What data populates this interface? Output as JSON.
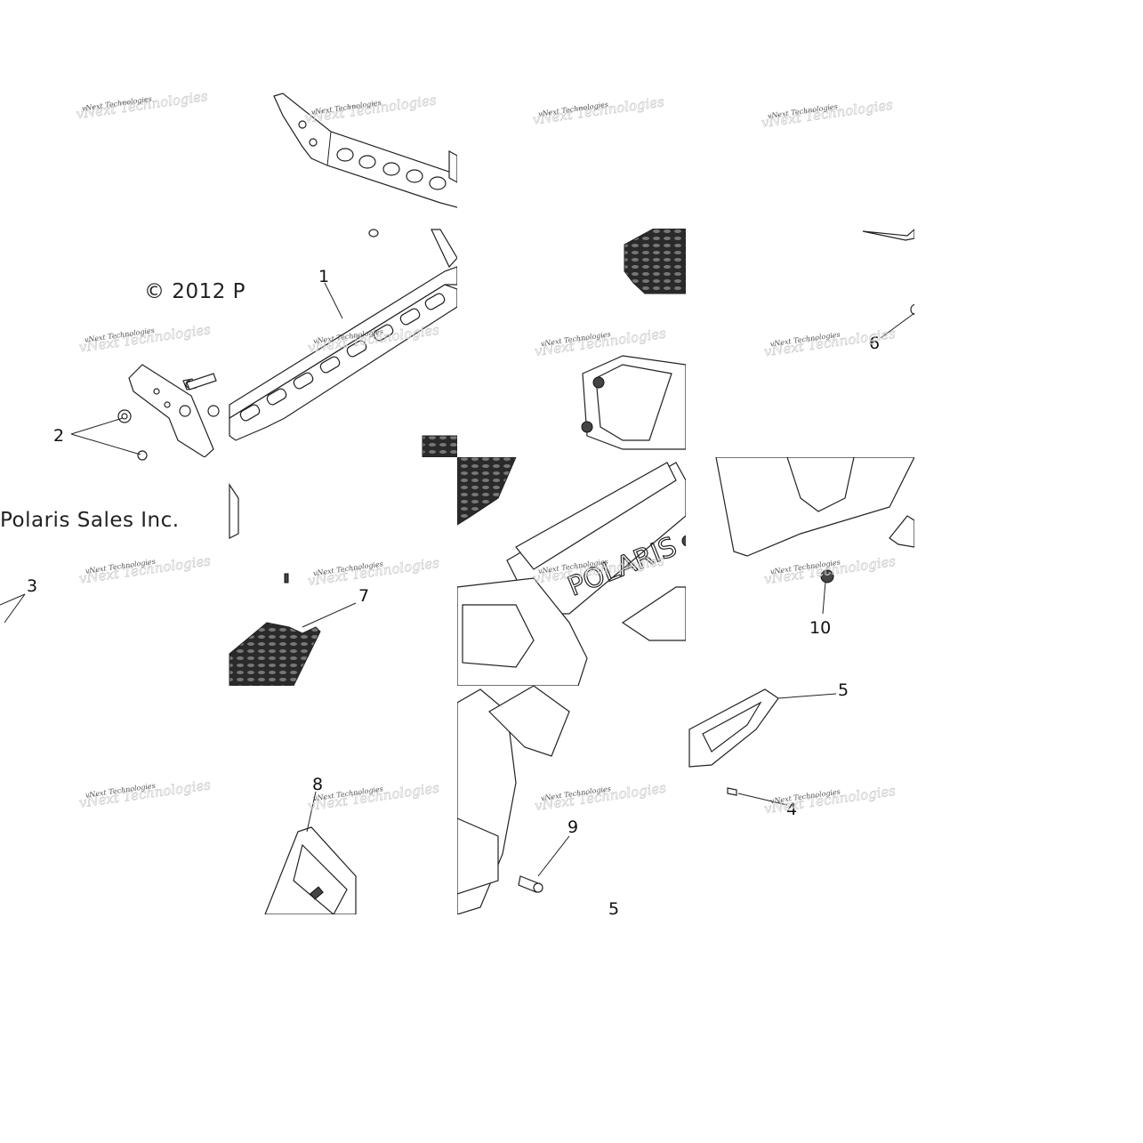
{
  "diagram": {
    "copyright_fragment": "© 2012 P",
    "copyright_line2": "Polaris Sales Inc.",
    "brand_on_part": "POLARIS",
    "watermark": "vNext Technologies",
    "callouts": [
      "1",
      "2",
      "3",
      "4",
      "5",
      "5",
      "6",
      "7",
      "8",
      "9",
      "10"
    ]
  },
  "colors": {
    "line": "#222222",
    "background": "#ffffff",
    "watermark": "#555555"
  }
}
